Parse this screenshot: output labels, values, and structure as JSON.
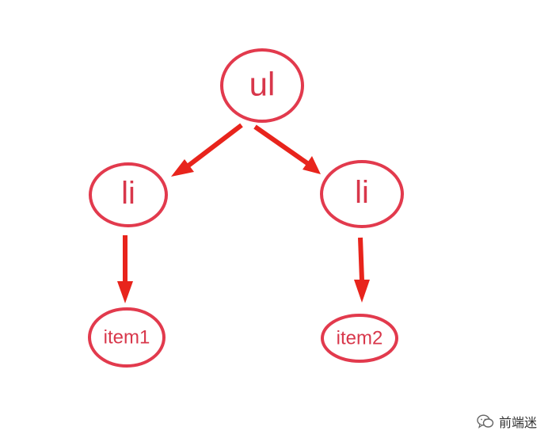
{
  "colors": {
    "node_stroke": "#e23a4d",
    "node_text": "#d8374b",
    "arrow": "#e8241c"
  },
  "nodes": {
    "ul": "ul",
    "li_left": "li",
    "li_right": "li",
    "item1": "item1",
    "item2": "item2"
  },
  "edges": [
    {
      "from": "ul",
      "to": "li_left"
    },
    {
      "from": "ul",
      "to": "li_right"
    },
    {
      "from": "li_left",
      "to": "item1"
    },
    {
      "from": "li_right",
      "to": "item2"
    }
  ],
  "watermark": {
    "icon": "wechat-icon",
    "text": "前端迷"
  }
}
